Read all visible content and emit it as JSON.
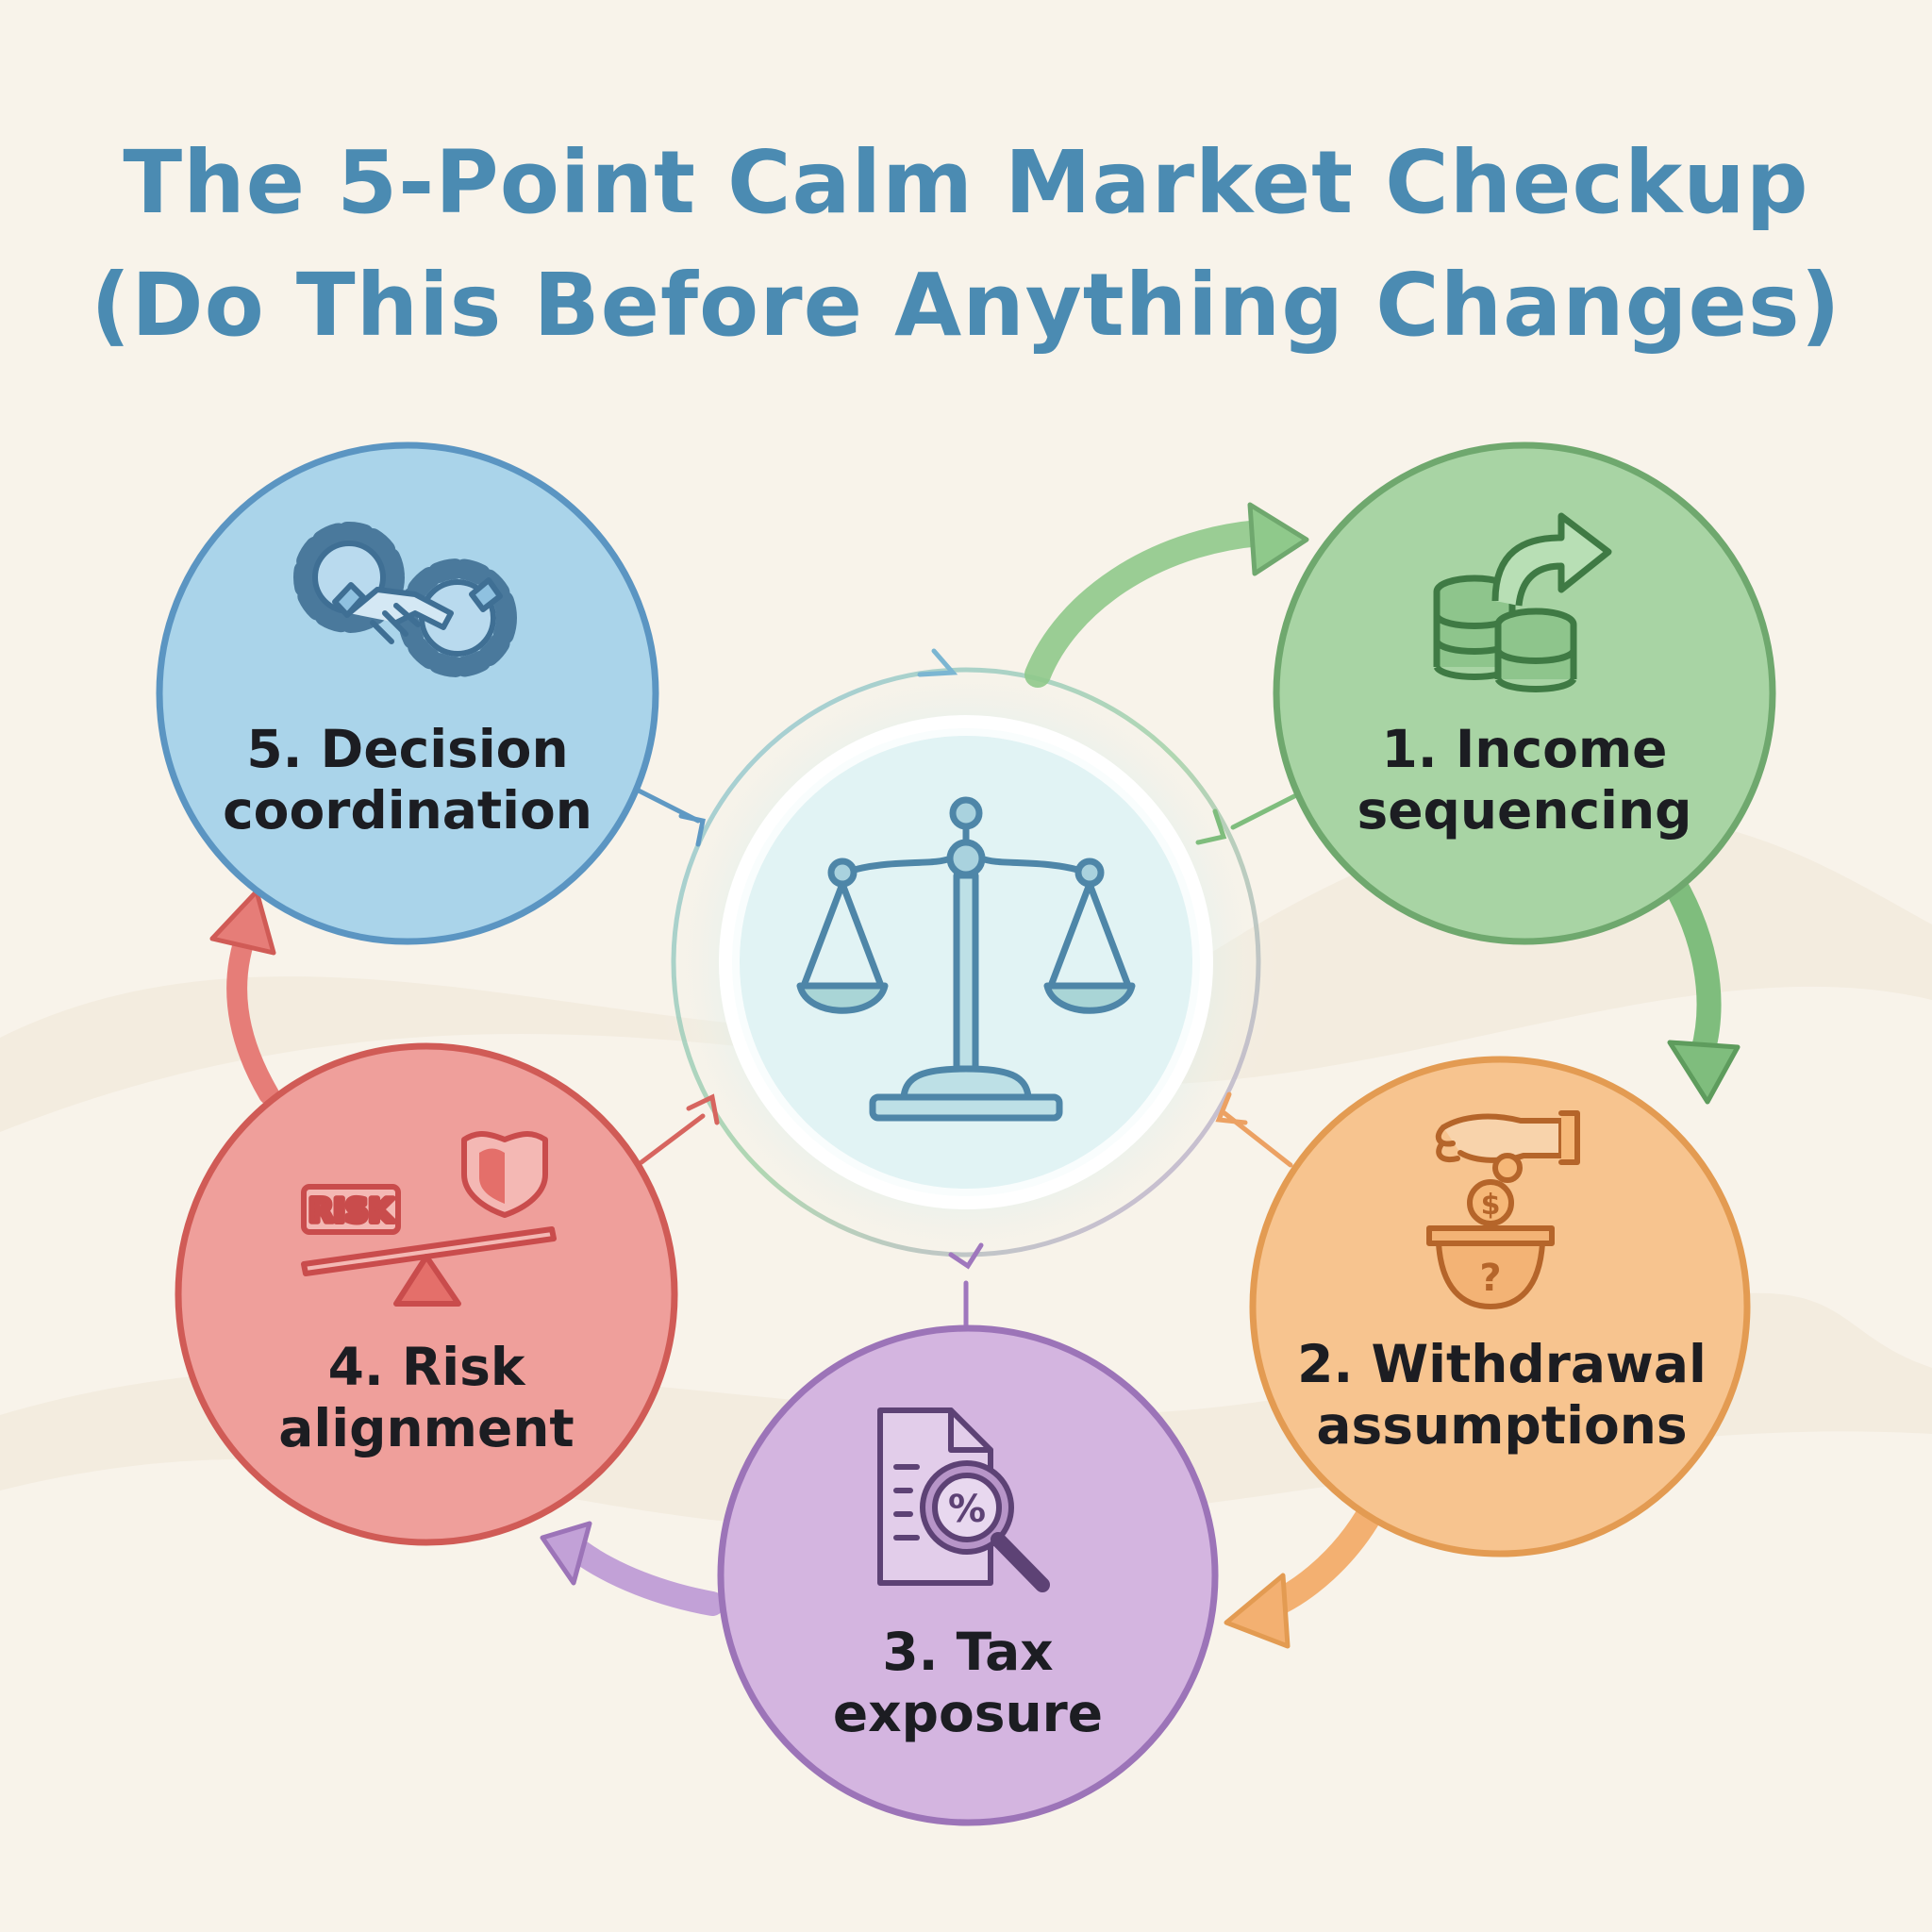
{
  "title": {
    "line1": "The 5-Point Calm Market Checkup",
    "line2": "(Do This Before Anything Changes)"
  },
  "steps": [
    {
      "label_1": "1. Income",
      "label_2": "sequencing",
      "icon": "coins-arrow-icon",
      "color": "#a8d4a4",
      "stroke": "#6fa86e"
    },
    {
      "label_1": "2. Withdrawal",
      "label_2": "assumptions",
      "icon": "hand-coin-pot-icon",
      "color": "#f7c48f",
      "stroke": "#e39b52"
    },
    {
      "label_1": "3. Tax",
      "label_2": "exposure",
      "icon": "tax-document-magnifier-icon",
      "color": "#d4b5e0",
      "stroke": "#9c74b8"
    },
    {
      "label_1": "4. Risk",
      "label_2": "alignment",
      "icon": "risk-seesaw-shield-icon",
      "color": "#ef9f9b",
      "stroke": "#d05b56"
    },
    {
      "label_1": "5. Decision",
      "label_2": "coordination",
      "icon": "gears-handshake-icon",
      "color": "#aad4ea",
      "stroke": "#5b95c2"
    }
  ],
  "center": {
    "icon": "balance-scale-icon",
    "color": "#e3f4f4",
    "stroke": "#7fc2cc"
  },
  "icons": {
    "risk_tag": "RISK",
    "percent": "%",
    "dollar": "$",
    "question": "?"
  }
}
